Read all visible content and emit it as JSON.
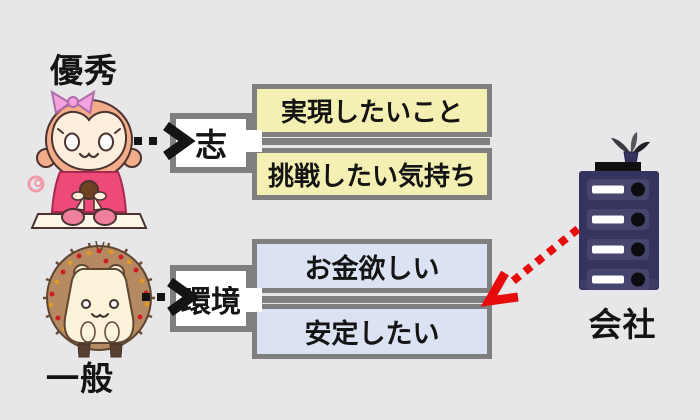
{
  "groups": [
    {
      "label": "優秀",
      "character": "monkey",
      "node": "志",
      "items": [
        "実現したいこと",
        "挑戦したい気持ち"
      ]
    },
    {
      "label": "一般",
      "character": "hedgehog",
      "node": "環境",
      "items": [
        "お金欲しい",
        "安定したい"
      ]
    }
  ],
  "company": {
    "label": "会社"
  },
  "arrows": [
    {
      "from": "monkey-character",
      "to": "ambition-node",
      "style": "black-dotted"
    },
    {
      "from": "hedgehog-character",
      "to": "environment-node",
      "style": "black-dotted"
    },
    {
      "from": "company-server",
      "to": "environment-items",
      "style": "red-dotted"
    }
  ],
  "colors": {
    "background": "#e7e7e9",
    "box_border": "#7f7f7f",
    "ambition_fill": "#f4f0b3",
    "environment_fill": "#dbe2f1",
    "node_fill": "#ffffff",
    "arrow_black": "#141414",
    "arrow_red": "#e60c0c",
    "server_navy": "#34345e",
    "server_row": "#45456d",
    "text": "#141414"
  }
}
